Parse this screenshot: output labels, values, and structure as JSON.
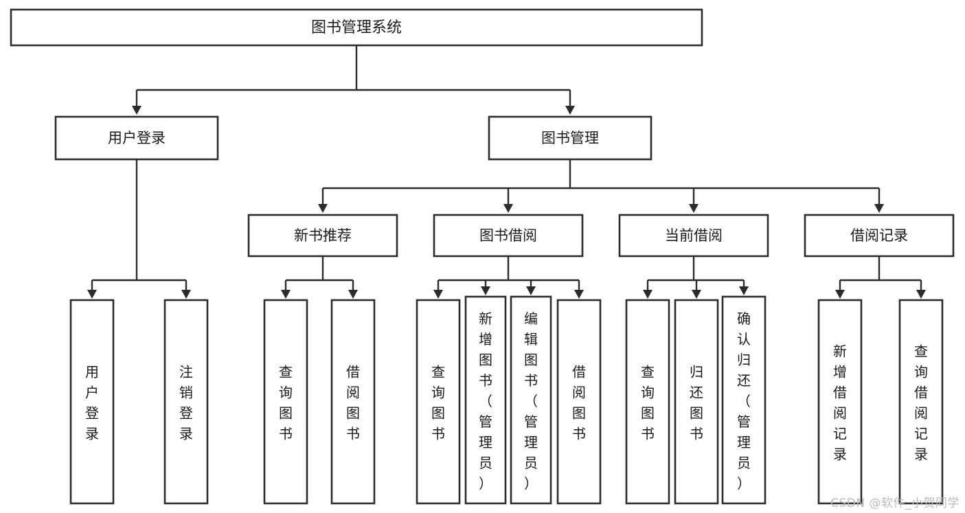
{
  "diagram": {
    "type": "tree",
    "title": "图书管理系统",
    "orientation": "top-down",
    "colors": {
      "box_stroke": "#2b2b2b",
      "box_fill": "#ffffff",
      "text": "#1a1a1a",
      "connector": "#2b2b2b",
      "background": "#ffffff",
      "watermark": "#b9b9b9"
    },
    "root": {
      "label": "图书管理系统"
    },
    "level1": [
      {
        "label": "用户登录"
      },
      {
        "label": "图书管理"
      }
    ],
    "level2": [
      {
        "label": "新书推荐"
      },
      {
        "label": "图书借阅"
      },
      {
        "label": "当前借阅"
      },
      {
        "label": "借阅记录"
      }
    ],
    "leaves": {
      "user_login": [
        {
          "label": "用户登录"
        },
        {
          "label": "注销登录"
        }
      ],
      "new_book_recommend": [
        {
          "label": "查询图书"
        },
        {
          "label": "借阅图书"
        }
      ],
      "book_borrow": [
        {
          "label": "查询图书"
        },
        {
          "label": "新增图书（管理员）"
        },
        {
          "label": "编辑图书（管理员）"
        },
        {
          "label": "借阅图书"
        }
      ],
      "current_borrow": [
        {
          "label": "查询图书"
        },
        {
          "label": "归还图书"
        },
        {
          "label": "确认归还（管理员）"
        }
      ],
      "borrow_record": [
        {
          "label": "新增借阅记录"
        },
        {
          "label": "查询借阅记录"
        }
      ]
    }
  },
  "watermark": {
    "text": "CSDN @软件_小贺同学"
  }
}
